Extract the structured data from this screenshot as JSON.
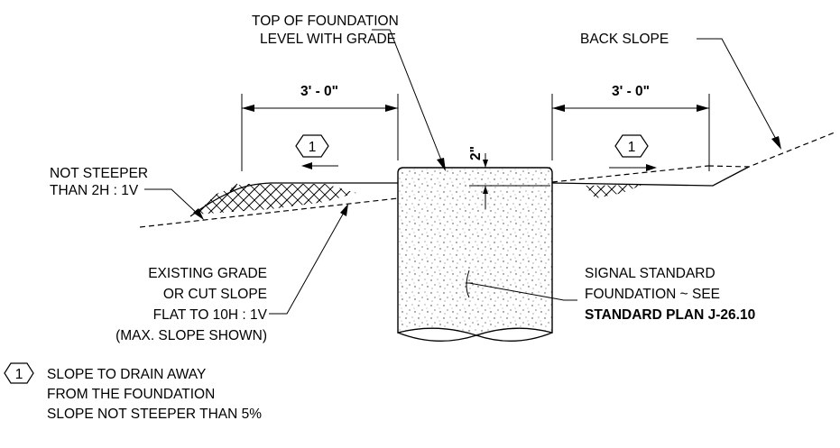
{
  "labels": {
    "top_of_foundation_1": "TOP OF FOUNDATION",
    "top_of_foundation_2": "LEVEL WITH GRADE",
    "back_slope": "BACK SLOPE",
    "dim_left": "3' - 0\"",
    "dim_right": "3' - 0\"",
    "dim_2in": "2\"",
    "note_marker": "1",
    "not_steeper_1": "NOT STEEPER",
    "not_steeper_2": "THAN 2H : 1V",
    "existing_1": "EXISTING GRADE",
    "existing_2": "OR CUT SLOPE",
    "existing_3": "FLAT TO 10H : 1V",
    "existing_4": "(MAX. SLOPE SHOWN)",
    "signal_1": "SIGNAL STANDARD",
    "signal_2": "FOUNDATION ~ SEE",
    "signal_3": "STANDARD PLAN J-26.10"
  },
  "legend": {
    "marker": "1",
    "line1": "SLOPE TO DRAIN AWAY",
    "line2": "FROM THE FOUNDATION",
    "line3": "SLOPE NOT STEEPER THAN 5%"
  }
}
